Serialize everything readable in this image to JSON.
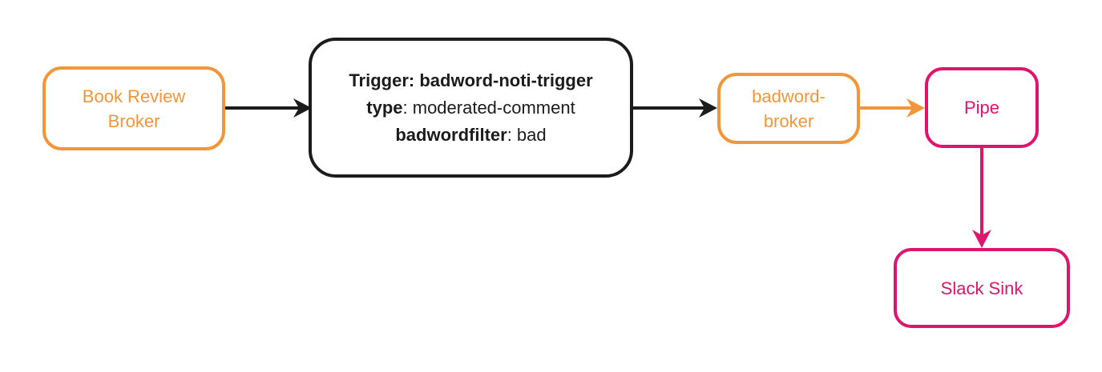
{
  "colors": {
    "orange": "#F39539",
    "pink": "#DE146D",
    "ink": "#1C1C1C",
    "background": "#FFFFFF"
  },
  "nodes": {
    "book_review_broker": {
      "label": "Book Review Broker",
      "color": "orange"
    },
    "trigger": {
      "line1": "Trigger: badword-noti-trigger",
      "line2_key": "type",
      "line2_value": ": moderated-comment",
      "line3_key": "badwordfilter",
      "line3_value": ": bad",
      "color": "black"
    },
    "badword_broker": {
      "label": "badword-broker",
      "color": "orange"
    },
    "pipe": {
      "label": "Pipe",
      "color": "pink"
    },
    "slack_sink": {
      "label": "Slack Sink",
      "color": "pink"
    }
  },
  "edges": [
    {
      "from": "book_review_broker",
      "to": "trigger",
      "color": "black",
      "direction": "right"
    },
    {
      "from": "trigger",
      "to": "badword_broker",
      "color": "black",
      "direction": "right"
    },
    {
      "from": "badword_broker",
      "to": "pipe",
      "color": "orange",
      "direction": "right"
    },
    {
      "from": "pipe",
      "to": "slack_sink",
      "color": "pink",
      "direction": "down"
    }
  ]
}
